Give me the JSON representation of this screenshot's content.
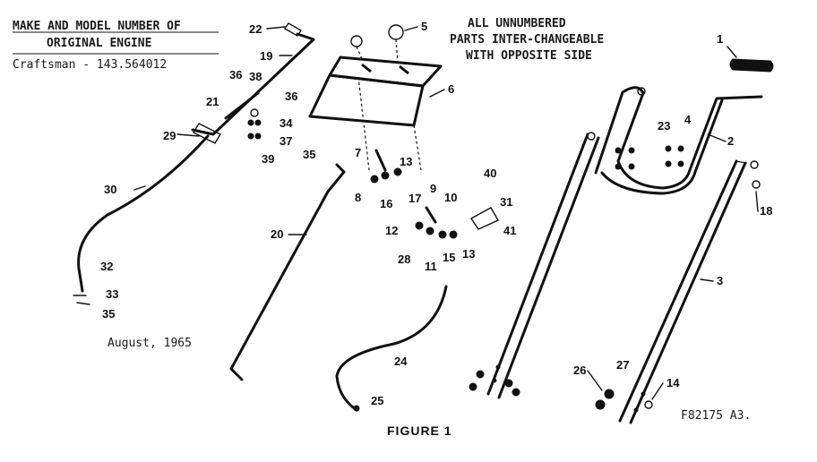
{
  "header_left": {
    "line1": "MAKE AND MODEL NUMBER OF",
    "line2": "ORIGINAL ENGINE",
    "line3": "Craftsman - 143.564012"
  },
  "header_right": {
    "line1": "ALL UNNUMBERED",
    "line2": "PARTS INTER-CHANGEABLE",
    "line3": "WITH OPPOSITE SIDE"
  },
  "date_text": "August, 1965",
  "figure_caption": "FIGURE 1",
  "ref_code": "F82175 A3.",
  "part_labels": [
    "1",
    "2",
    "3",
    "4",
    "5",
    "6",
    "7",
    "8",
    "9",
    "10",
    "11",
    "12",
    "13",
    "13",
    "14",
    "15",
    "16",
    "17",
    "18",
    "19",
    "20",
    "21",
    "22",
    "23",
    "24",
    "25",
    "26",
    "27",
    "28",
    "29",
    "30",
    "31",
    "32",
    "33",
    "34",
    "35",
    "35",
    "36",
    "36",
    "37",
    "38",
    "39",
    "40",
    "41"
  ]
}
